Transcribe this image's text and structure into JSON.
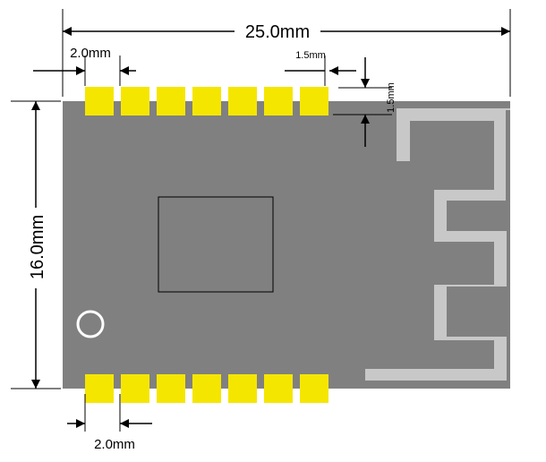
{
  "dimensions": {
    "board_width": "25.0mm",
    "board_height": "16.0mm",
    "pad_pitch_top": "2.0mm",
    "pad_pitch_bottom": "2.0mm",
    "pad_edge_offset_x": "1.5mm",
    "pad_edge_offset_y": "1.5mm"
  },
  "top_pad_count": 7,
  "bottom_pad_count": 7,
  "colors": {
    "board": "#808080",
    "pad": "#f5e600",
    "antenna": "#c8c8c8",
    "outline": "#000000",
    "marker": "#ffffff"
  }
}
